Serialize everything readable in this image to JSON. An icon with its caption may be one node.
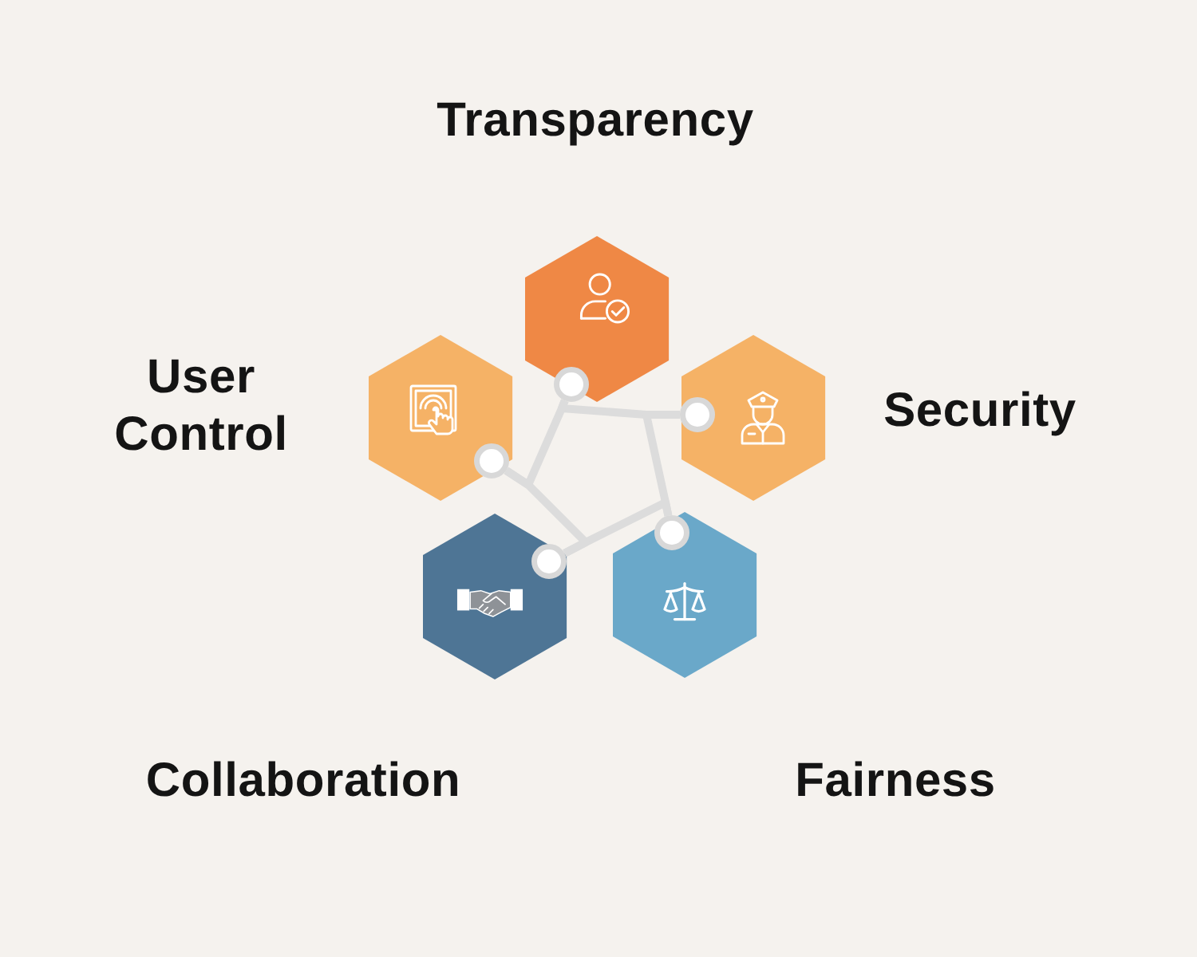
{
  "diagram": {
    "nodes": [
      {
        "text": [],
        "shape": "hexagon",
        "beside": [
          "Transparency"
        ]
      },
      {
        "text": [],
        "shape": "hexagon",
        "beside": [
          "User Control"
        ]
      },
      {
        "text": [],
        "shape": "hexagon",
        "beside": [
          "Security"
        ]
      },
      {
        "text": [],
        "shape": "hexagon",
        "beside": [
          "Collaboration"
        ]
      },
      {
        "text": [],
        "shape": "hexagon",
        "beside": [
          "Fairness"
        ]
      }
    ],
    "edges": [
      {
        "from": 0,
        "to": 2,
        "arrow": "none"
      },
      {
        "from": 2,
        "to": 4,
        "arrow": "none"
      },
      {
        "from": 4,
        "to": 3,
        "arrow": "none"
      },
      {
        "from": 3,
        "to": 1,
        "arrow": "none"
      },
      {
        "from": 1,
        "to": 0,
        "arrow": "none"
      }
    ]
  }
}
